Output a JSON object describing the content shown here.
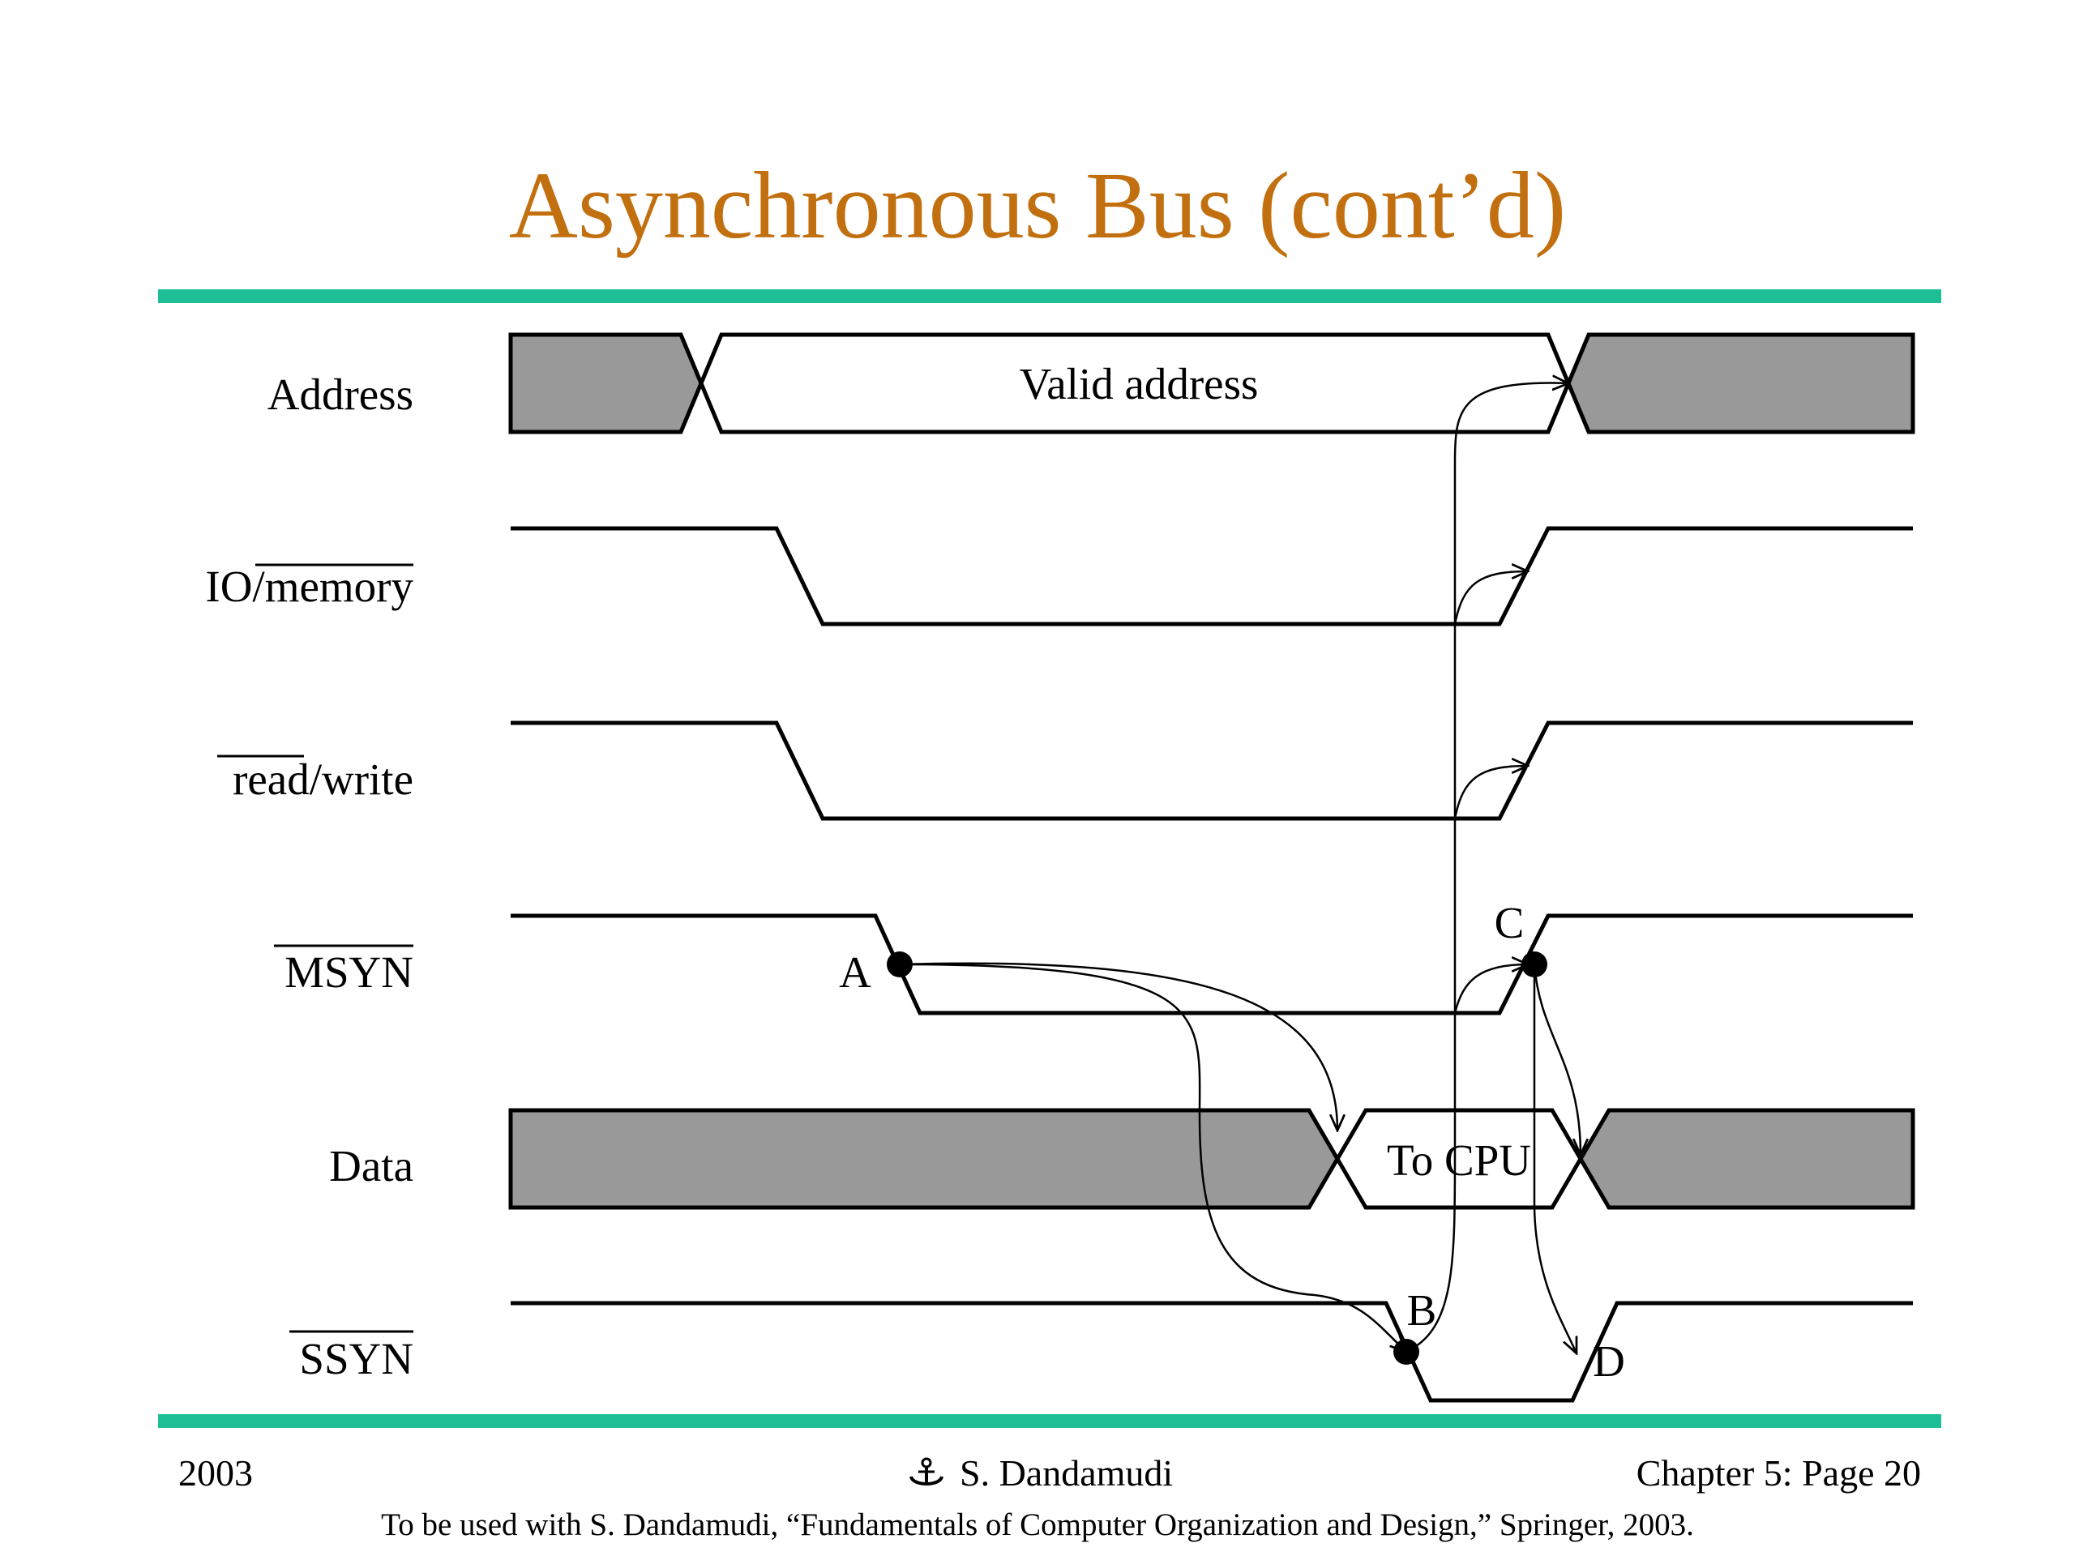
{
  "title": "Asynchronous Bus (cont’d)",
  "signals": [
    {
      "name": "Address",
      "overbar": false
    },
    {
      "name": "IO/memory",
      "overbar_text": "memory"
    },
    {
      "name": "read/write",
      "overbar_text": "read"
    },
    {
      "name": "MSYN",
      "overbar": true
    },
    {
      "name": "Data",
      "overbar": false
    },
    {
      "name": "SSYN",
      "overbar": true
    }
  ],
  "labels": {
    "io_prefix": "IO/",
    "io_bar": "memory",
    "rw_bar": "read",
    "rw_suffix": "/write",
    "address_bus": "Valid address",
    "data_bus": "To CPU"
  },
  "events": {
    "a": "A",
    "b": "B",
    "c": "C",
    "d": "D"
  },
  "colors": {
    "title": "#c2700f",
    "rule": "#1ebf96",
    "invalid_fill": "#999999"
  },
  "footer": {
    "year": "2003",
    "author": "S. Dandamudi",
    "author_icon": "anchor-icon",
    "page": "Chapter 5: Page 20",
    "note": "To be used with S. Dandamudi, “Fundamentals of Computer Organization and Design,” Springer, 2003."
  }
}
